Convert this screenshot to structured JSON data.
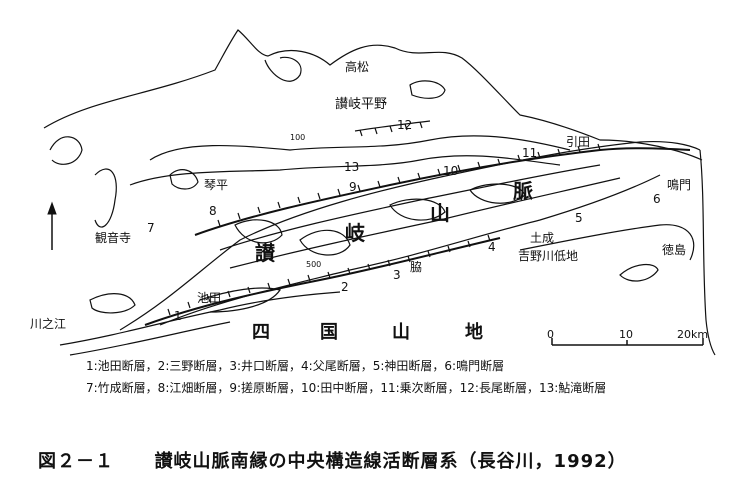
{
  "places": {
    "takamatsu": "高松",
    "sanuki_plain": "讃岐平野",
    "hikida": "引田",
    "naruto": "鳴門",
    "kotohira": "琴平",
    "kanonji": "観音寺",
    "donari": "土成",
    "yoshinogawa_lowland": "吉野川低地",
    "tokushima": "徳島",
    "waki": "脇",
    "ikeda": "池田",
    "kawanoe": "川之江"
  },
  "mountain_range": [
    "讃",
    "岐",
    "山",
    "脈"
  ],
  "shikoku_mountains": [
    "四",
    "国",
    "山",
    "地"
  ],
  "fault_numbers": [
    "1",
    "2",
    "3",
    "4",
    "5",
    "6",
    "7",
    "8",
    "9",
    "10",
    "11",
    "12",
    "13"
  ],
  "contour_labels": {
    "c100": "100",
    "c500": "500"
  },
  "scale": {
    "ticks": [
      "0",
      "10",
      "20km"
    ]
  },
  "legend": {
    "line1": "1:池田断層，2:三野断層，3:井口断層，4:父尾断層，5:神田断層，6:鳴門断層",
    "line2": "7:竹成断層，8:江畑断層，9:搓原断層，10:田中断層，11:乗次断層，12:長尾断層，13:鮎滝断層"
  },
  "caption": {
    "figure": "図２－１",
    "title": "讃岐山脈南縁の中央構造線活断層系（長谷川，1992）"
  },
  "colors": {
    "ink": "#111111",
    "paper": "#ffffff"
  }
}
